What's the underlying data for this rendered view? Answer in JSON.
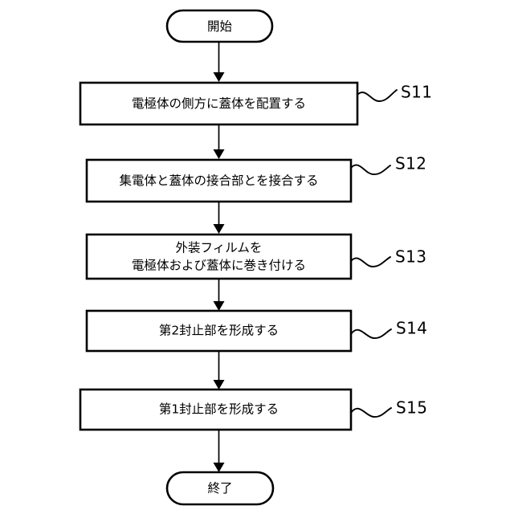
{
  "diagram": {
    "type": "flowchart",
    "orientation": "vertical",
    "language": "ja",
    "colors": {
      "background": "#ffffff",
      "stroke": "#000000",
      "fill": "#ffffff",
      "text": "#000000"
    },
    "start": {
      "label": "開始",
      "shape": "terminal"
    },
    "end": {
      "label": "終了",
      "shape": "terminal"
    },
    "steps": [
      {
        "id": "S11",
        "step_label": "S11",
        "lines": [
          "電極体の側方に蓋体を配置する"
        ],
        "text": "電極体の側方に蓋体を配置する",
        "shape": "process"
      },
      {
        "id": "S12",
        "step_label": "S12",
        "lines": [
          "集電体と蓋体の接合部とを接合する"
        ],
        "text": "集電体と蓋体の接合部とを接合する",
        "shape": "process"
      },
      {
        "id": "S13",
        "step_label": "S13",
        "lines": [
          "外装フィルムを",
          "電極体および蓋体に巻き付ける"
        ],
        "text": "外装フィルムを 電極体および蓋体に巻き付ける",
        "shape": "process"
      },
      {
        "id": "S14",
        "step_label": "S14",
        "lines": [
          "第2封止部を形成する"
        ],
        "text": "第2封止部を形成する",
        "shape": "process"
      },
      {
        "id": "S15",
        "step_label": "S15",
        "lines": [
          "第1封止部を形成する"
        ],
        "text": "第1封止部を形成する",
        "shape": "process"
      }
    ]
  }
}
